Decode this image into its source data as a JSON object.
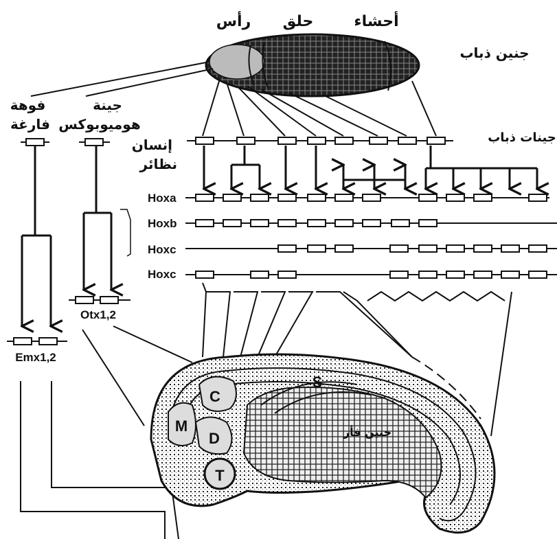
{
  "fly": {
    "regions": {
      "head": "رأس",
      "thorax": "حلق",
      "abdomen": "أحشاء"
    },
    "embryo_label": "جنين ذباب",
    "genes_label": "جينات ذباب"
  },
  "left": {
    "empty_spiracles": "فوهة\nفارغة",
    "homeobox": "جينة\nهوميوبوكس",
    "emx": "Emx1,2",
    "otx": "Otx1,2"
  },
  "middle": {
    "homologs": "إنسان\nنظائر"
  },
  "hox": {
    "rows": [
      "Hoxa",
      "Hoxb",
      "Hoxc",
      "Hoxc"
    ]
  },
  "mouse": {
    "embryo_label": "جنين فأر",
    "regions": [
      "M",
      "C",
      "D",
      "T",
      "S"
    ]
  }
}
